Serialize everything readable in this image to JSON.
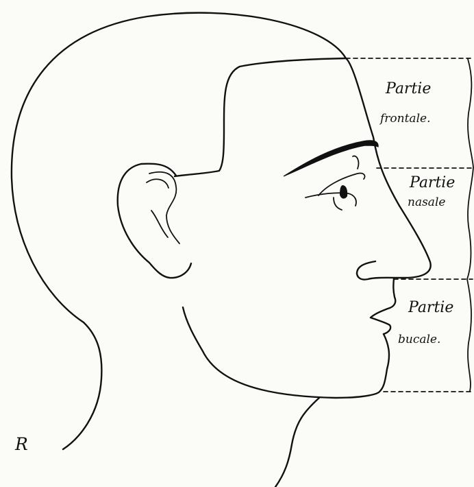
{
  "diagram": {
    "labels": [
      {
        "title": "Partie",
        "subtitle": "frontale."
      },
      {
        "title": "Partie",
        "subtitle": "nasale"
      },
      {
        "title": "Partie",
        "subtitle": "bucale."
      }
    ],
    "signature": "R"
  }
}
